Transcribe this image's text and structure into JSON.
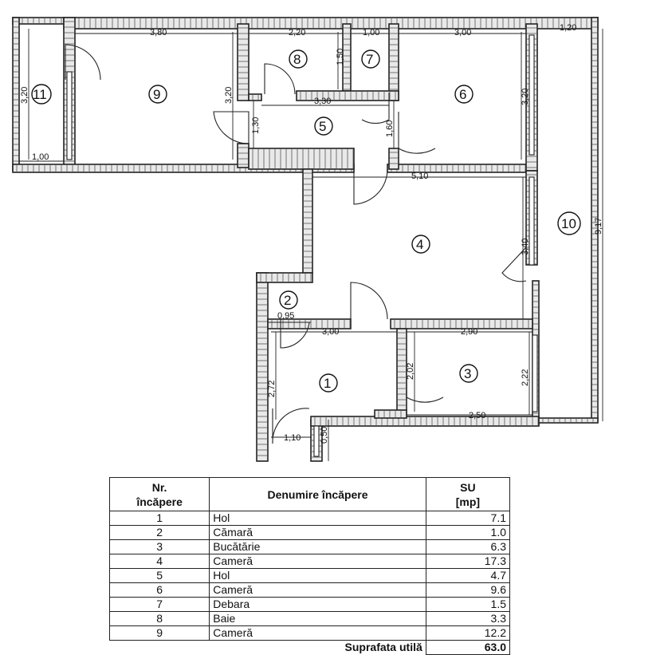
{
  "rooms": [
    {
      "id": "1",
      "label": "1"
    },
    {
      "id": "2",
      "label": "2"
    },
    {
      "id": "3",
      "label": "3"
    },
    {
      "id": "4",
      "label": "4"
    },
    {
      "id": "5",
      "label": "5"
    },
    {
      "id": "6",
      "label": "6"
    },
    {
      "id": "7",
      "label": "7"
    },
    {
      "id": "8",
      "label": "8"
    },
    {
      "id": "9",
      "label": "9"
    },
    {
      "id": "10",
      "label": "10"
    },
    {
      "id": "11",
      "label": "11"
    }
  ],
  "dimensions": {
    "d_380": "3,80",
    "d_220": "2,20",
    "d_100_top": "1,00",
    "d_300_top": "3,00",
    "d_120": "1,20",
    "d_320_left": "3,20",
    "d_320_mid": "3,20",
    "d_320_right": "3,20",
    "d_150": "1,50",
    "d_330": "3,30",
    "d_130": "1,30",
    "d_160": "1,60",
    "d_100_balcony": "1,00",
    "d_510": "5,10",
    "d_917": "9,17",
    "d_340": "3,40",
    "d_095": "0,95",
    "d_300_mid": "3,00",
    "d_290": "2,90",
    "d_272": "2,72",
    "d_202": "2,02",
    "d_222": "2,22",
    "d_250": "2,50",
    "d_110": "1,10",
    "d_050": "0,50"
  },
  "table": {
    "header_nr_line1": "Nr.",
    "header_nr_line2": "încăpere",
    "header_name": "Denumire încăpere",
    "header_su_line1": "SU",
    "header_su_line2": "[mp]",
    "rows": [
      {
        "nr": "1",
        "name": "Hol",
        "su": "7.1"
      },
      {
        "nr": "2",
        "name": "Cămară",
        "su": "1.0"
      },
      {
        "nr": "3",
        "name": "Bucătărie",
        "su": "6.3"
      },
      {
        "nr": "4",
        "name": "Cameră",
        "su": "17.3"
      },
      {
        "nr": "5",
        "name": "Hol",
        "su": "4.7"
      },
      {
        "nr": "6",
        "name": "Cameră",
        "su": "9.6"
      },
      {
        "nr": "7",
        "name": "Debara",
        "su": "1.5"
      },
      {
        "nr": "8",
        "name": "Baie",
        "su": "3.3"
      },
      {
        "nr": "9",
        "name": "Cameră",
        "su": "12.2"
      }
    ],
    "total_label": "Suprafata utilă",
    "total_value": "63.0"
  }
}
